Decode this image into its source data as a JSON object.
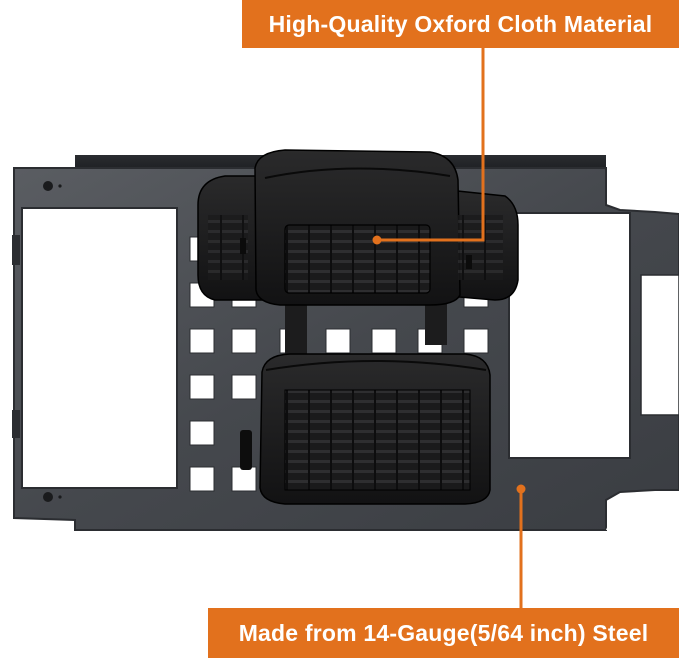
{
  "image": {
    "subject": "tailgate-mounted steel storage panel with two black Oxford cloth pouches",
    "accent_color": "#e2711d",
    "panel_color": "#4a4d52",
    "pouch_color": "#1b1b1c"
  },
  "callouts": {
    "top": {
      "text": "High-Quality Oxford Cloth Material"
    },
    "bottom": {
      "text": "Made from 14-Gauge(5/64 inch) Steel"
    }
  }
}
